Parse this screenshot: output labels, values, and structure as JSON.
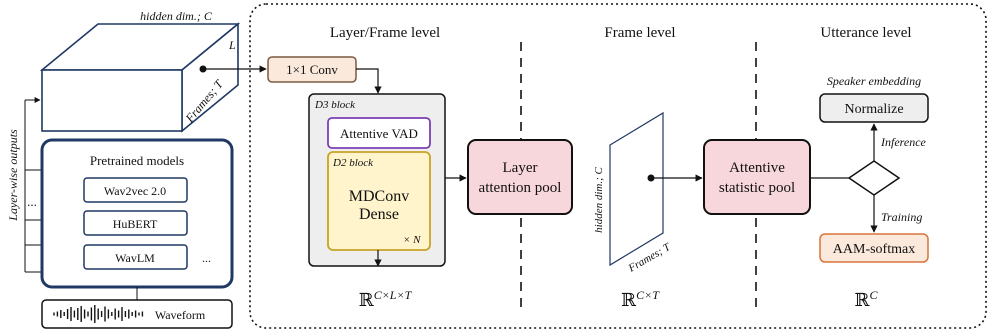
{
  "cuboid": {
    "hidden_dim_label": "hidden dim.; C",
    "layer_label": "L",
    "frames_label": "Frames; T"
  },
  "side_label": "Layer-wise outputs",
  "pretrained": {
    "title": "Pretrained models",
    "models": [
      "Wav2vec 2.0",
      "HuBERT",
      "WavLM"
    ],
    "more": "...",
    "dots": "..."
  },
  "waveform_label": "Waveform",
  "conv_label": "1×1 Conv",
  "d3": {
    "title": "D3 block",
    "vad_label": "Attentive VAD",
    "d2_title": "D2 block",
    "mdconv_line1": "MDConv",
    "mdconv_line2": "Dense",
    "repeat": "× N"
  },
  "layer_pool": {
    "line1": "Layer",
    "line2": "attention pool"
  },
  "sections": {
    "layer_frame": "Layer/Frame level",
    "frame": "Frame level",
    "utterance": "Utterance level"
  },
  "frame_plane": {
    "hidden_dim_label": "hidden dim.; C",
    "frames_label": "Frames; T"
  },
  "stat_pool": {
    "line1": "Attentive",
    "line2": "statistic pool"
  },
  "utterance": {
    "speaker_embedding": "Speaker embedding",
    "normalize": "Normalize",
    "inference": "Inference",
    "training": "Training",
    "aam": "AAM-softmax"
  },
  "dims": {
    "layer_frame": {
      "base": "ℝ",
      "sup": "C×L×T"
    },
    "frame": {
      "base": "ℝ",
      "sup": "C×T"
    },
    "utterance": {
      "base": "ℝ",
      "sup": "C"
    }
  },
  "colors": {
    "navy": "#1f3864",
    "conv_fill": "#fbe9dc",
    "conv_stroke": "#7a5a44",
    "d3_fill": "#eeeeee",
    "vad_stroke": "#7b3fb5",
    "d2_fill": "#fff4cc",
    "d2_stroke": "#c9a227",
    "pool_fill": "#f8d7dc",
    "normalize_fill": "#eeeeee",
    "aam_fill": "#fbe9dc",
    "aam_stroke": "#d9743a"
  }
}
